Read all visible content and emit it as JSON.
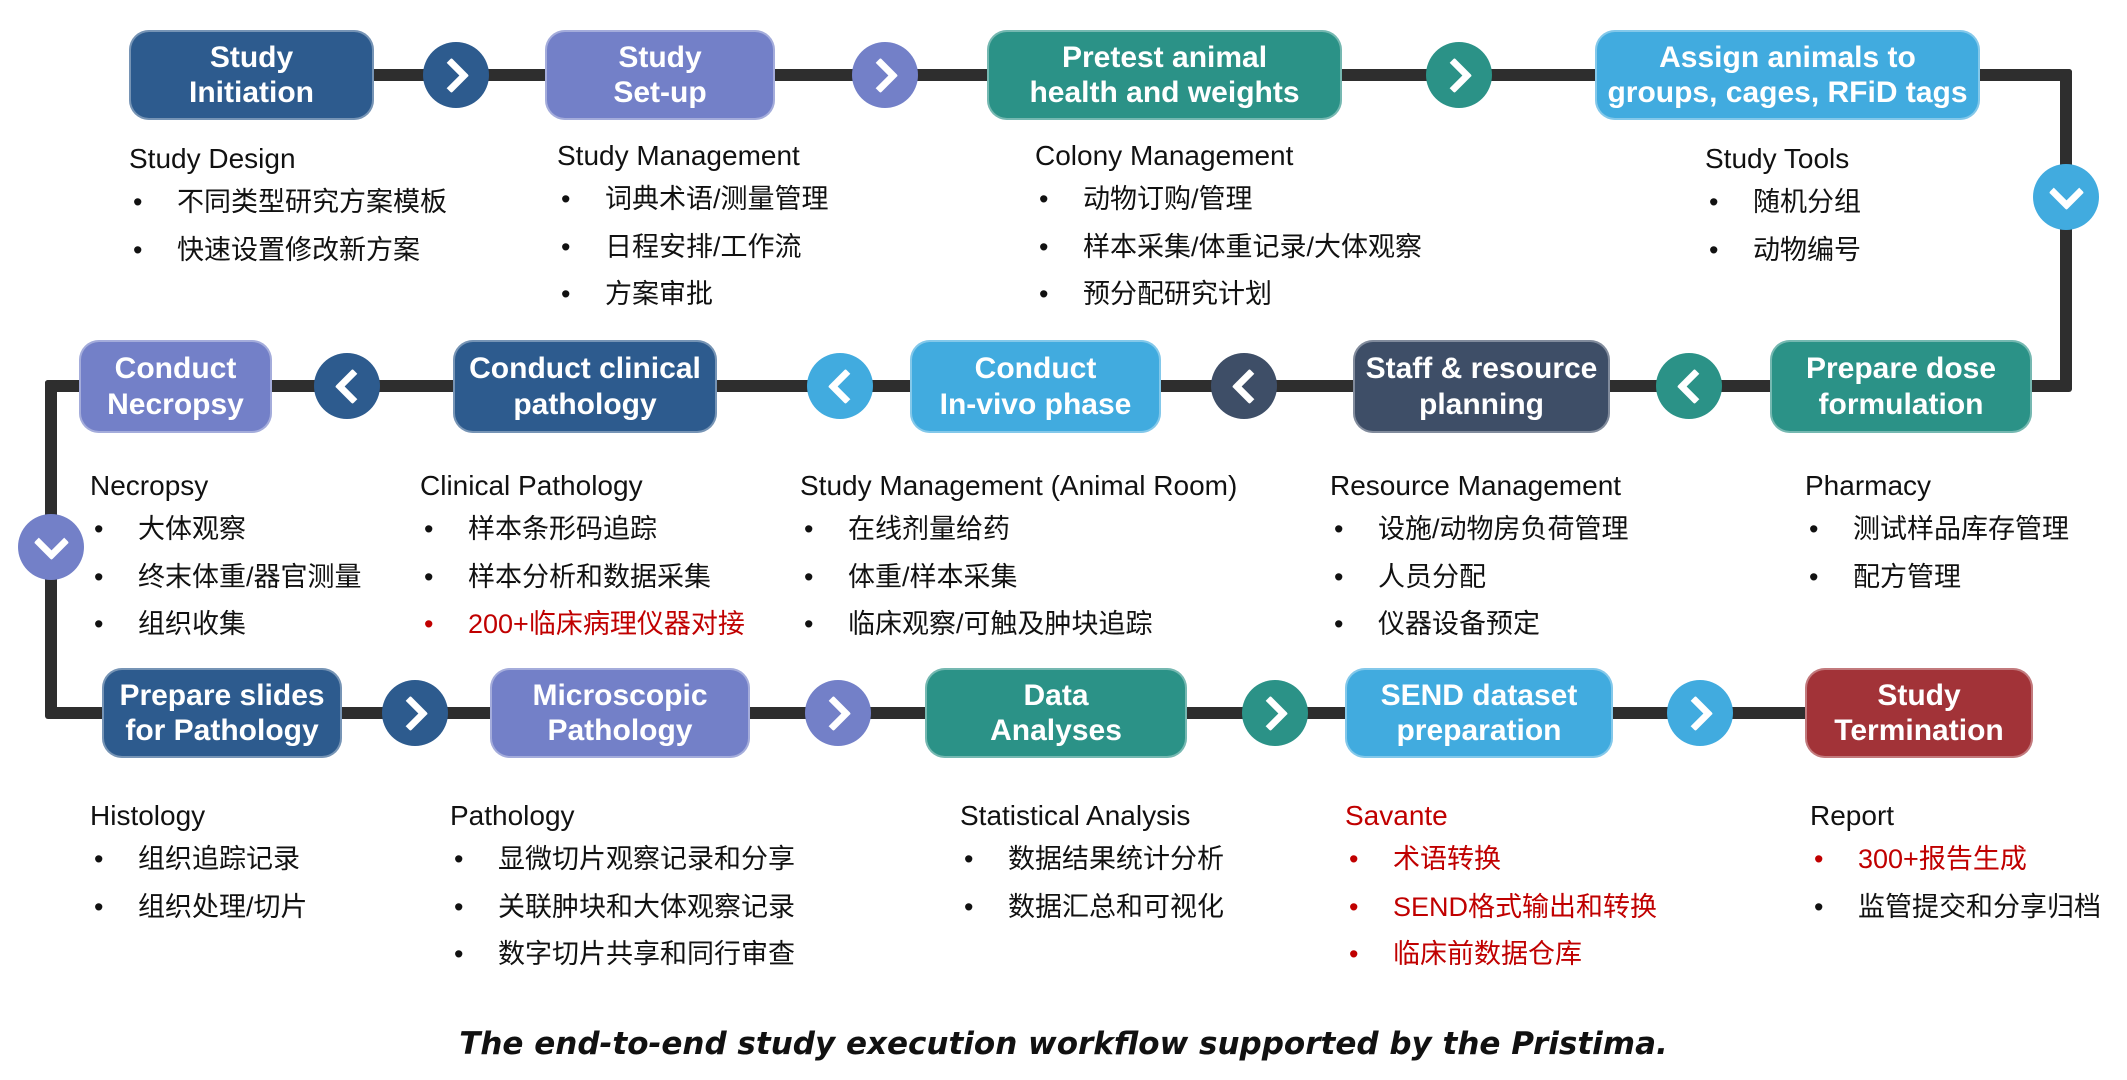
{
  "caption": "The end-to-end study execution workflow supported by the Pristima.",
  "palette": {
    "dark_blue": "#2d5b8e",
    "periwinkle": "#7380c8",
    "teal": "#2b9287",
    "light_blue": "#41abdf",
    "navy": "#3e4e67",
    "dark_red": "#a23338",
    "connector": "#2e2e2e",
    "highlight_red": "#c00000"
  },
  "rows": [
    {
      "steps": [
        {
          "label": "Study\nInitiation",
          "color": "dark_blue"
        },
        {
          "label": "Study\nSet-up",
          "color": "periwinkle"
        },
        {
          "label": "Pretest animal\nhealth and weights",
          "color": "teal"
        },
        {
          "label": "Assign animals to\ngroups, cages, RFiD tags",
          "color": "light_blue"
        }
      ],
      "notes": [
        {
          "title": "Study Design",
          "bullets": [
            "不同类型研究方案模板",
            "快速设置修改新方案"
          ]
        },
        {
          "title": "Study Management",
          "bullets": [
            "词典术语/测量管理",
            "日程安排/工作流",
            "方案审批"
          ]
        },
        {
          "title": "Colony Management",
          "bullets": [
            "动物订购/管理",
            "样本采集/体重记录/大体观察",
            "预分配研究计划"
          ]
        },
        {
          "title": "Study Tools",
          "bullets": [
            "随机分组",
            "动物编号"
          ]
        }
      ]
    },
    {
      "steps": [
        {
          "label": "Conduct\nNecropsy",
          "color": "periwinkle"
        },
        {
          "label": "Conduct clinical\npathology",
          "color": "dark_blue"
        },
        {
          "label": "Conduct\nIn-vivo phase",
          "color": "light_blue"
        },
        {
          "label": "Staff & resource\nplanning",
          "color": "navy"
        },
        {
          "label": "Prepare dose\nformulation",
          "color": "teal"
        }
      ],
      "notes": [
        {
          "title": "Necropsy",
          "bullets": [
            "大体观察",
            "终末体重/器官测量",
            "组织收集"
          ]
        },
        {
          "title": "Clinical Pathology",
          "bullets": [
            "样本条形码追踪",
            "样本分析和数据采集",
            "200+临床病理仪器对接"
          ]
        },
        {
          "title": "Study Management (Animal Room)",
          "bullets": [
            "在线剂量给药",
            "体重/样本采集",
            "临床观察/可触及肿块追踪"
          ]
        },
        {
          "title": "Resource Management",
          "bullets": [
            "设施/动物房负荷管理",
            "人员分配",
            "仪器设备预定"
          ]
        },
        {
          "title": "Pharmacy",
          "bullets": [
            "测试样品库存管理",
            "配方管理"
          ]
        }
      ]
    },
    {
      "steps": [
        {
          "label": "Prepare slides\nfor Pathology",
          "color": "dark_blue"
        },
        {
          "label": "Microscopic\nPathology",
          "color": "periwinkle"
        },
        {
          "label": "Data\nAnalyses",
          "color": "teal"
        },
        {
          "label": "SEND dataset\npreparation",
          "color": "light_blue"
        },
        {
          "label": "Study\nTermination",
          "color": "dark_red"
        }
      ],
      "notes": [
        {
          "title": "Histology",
          "bullets": [
            "组织追踪记录",
            "组织处理/切片"
          ]
        },
        {
          "title": "Pathology",
          "bullets": [
            "显微切片观察记录和分享",
            "关联肿块和大体观察记录",
            "数字切片共享和同行审查"
          ]
        },
        {
          "title": "Statistical Analysis",
          "bullets": [
            "数据结果统计分析",
            "数据汇总和可视化"
          ]
        },
        {
          "title": "Savante",
          "bullets": [
            "术语转换",
            "SEND格式输出和转换",
            "临床前数据仓库"
          ]
        },
        {
          "title": "Report",
          "bullets": [
            "300+报告生成",
            "监管提交和分享归档"
          ]
        }
      ]
    }
  ]
}
